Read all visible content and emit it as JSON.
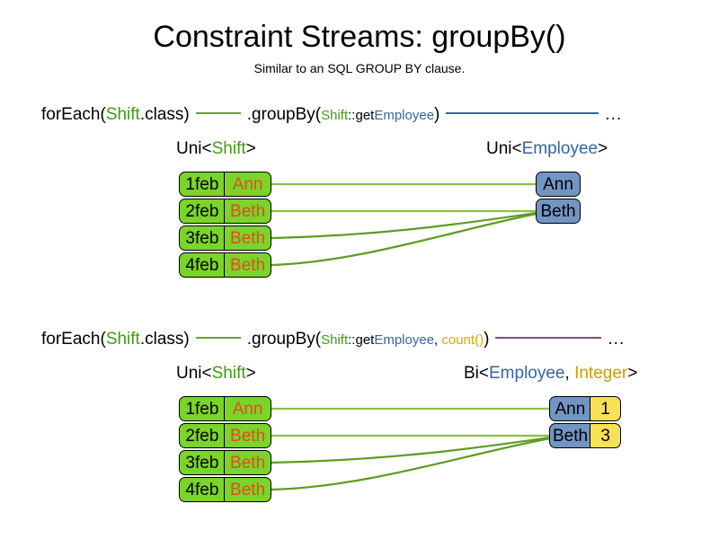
{
  "header": {
    "title": "Constraint Streams: groupBy()",
    "subtitle": "Similar to an SQL GROUP BY clause."
  },
  "colors": {
    "shift_green": "#3f9c13",
    "employee_blue": "#3465a4",
    "count_gold": "#dba901",
    "integer_gold": "#c8a000",
    "box_green": "#7ad42a",
    "box_blue": "#7295c4",
    "box_yellow": "#f7e154",
    "name_orange": "#e8491d",
    "link_green": "#6aa22a",
    "rule_purple": "#7b4f7b",
    "text_black": "#000000",
    "background": "#ffffff"
  },
  "sections": [
    {
      "id": "section-1",
      "code": {
        "foreach_prefix": "forEach(",
        "foreach_type": "Shift",
        "foreach_suffix": ".class)",
        "groupby_prefix": ".groupBy(",
        "mapper_type": "Shift",
        "mapper_sep": "::get",
        "mapper_prop": "Employee",
        "groupby_suffix": ")",
        "ellipsis": "..."
      },
      "left_label": {
        "outer_prefix": "Uni<",
        "inner": "Shift",
        "outer_suffix": ">"
      },
      "right_label": {
        "outer_prefix": "Uni<",
        "inner": "Employee",
        "outer_suffix": ">"
      },
      "left_rows": [
        {
          "date": "1feb",
          "name": "Ann"
        },
        {
          "date": "2feb",
          "name": "Beth"
        },
        {
          "date": "3feb",
          "name": "Beth"
        },
        {
          "date": "4feb",
          "name": "Beth"
        }
      ],
      "right_rows": [
        {
          "name": "Ann"
        },
        {
          "name": "Beth"
        }
      ]
    },
    {
      "id": "section-2",
      "code": {
        "foreach_prefix": "forEach(",
        "foreach_type": "Shift",
        "foreach_suffix": ".class)",
        "groupby_prefix": ".groupBy(",
        "mapper_type": "Shift",
        "mapper_sep": "::get",
        "mapper_prop": "Employee",
        "mapper_comma": ", ",
        "collector": "count()",
        "groupby_suffix": ")",
        "ellipsis": "..."
      },
      "left_label": {
        "outer_prefix": "Uni<",
        "inner": "Shift",
        "outer_suffix": ">"
      },
      "right_label": {
        "outer_prefix": "Bi<",
        "inner": "Employee",
        "comma": ", ",
        "inner2": "Integer",
        "outer_suffix": ">"
      },
      "left_rows": [
        {
          "date": "1feb",
          "name": "Ann"
        },
        {
          "date": "2feb",
          "name": "Beth"
        },
        {
          "date": "3feb",
          "name": "Beth"
        },
        {
          "date": "4feb",
          "name": "Beth"
        }
      ],
      "right_rows": [
        {
          "name": "Ann",
          "count": "1"
        },
        {
          "name": "Beth",
          "count": "3"
        }
      ]
    }
  ]
}
